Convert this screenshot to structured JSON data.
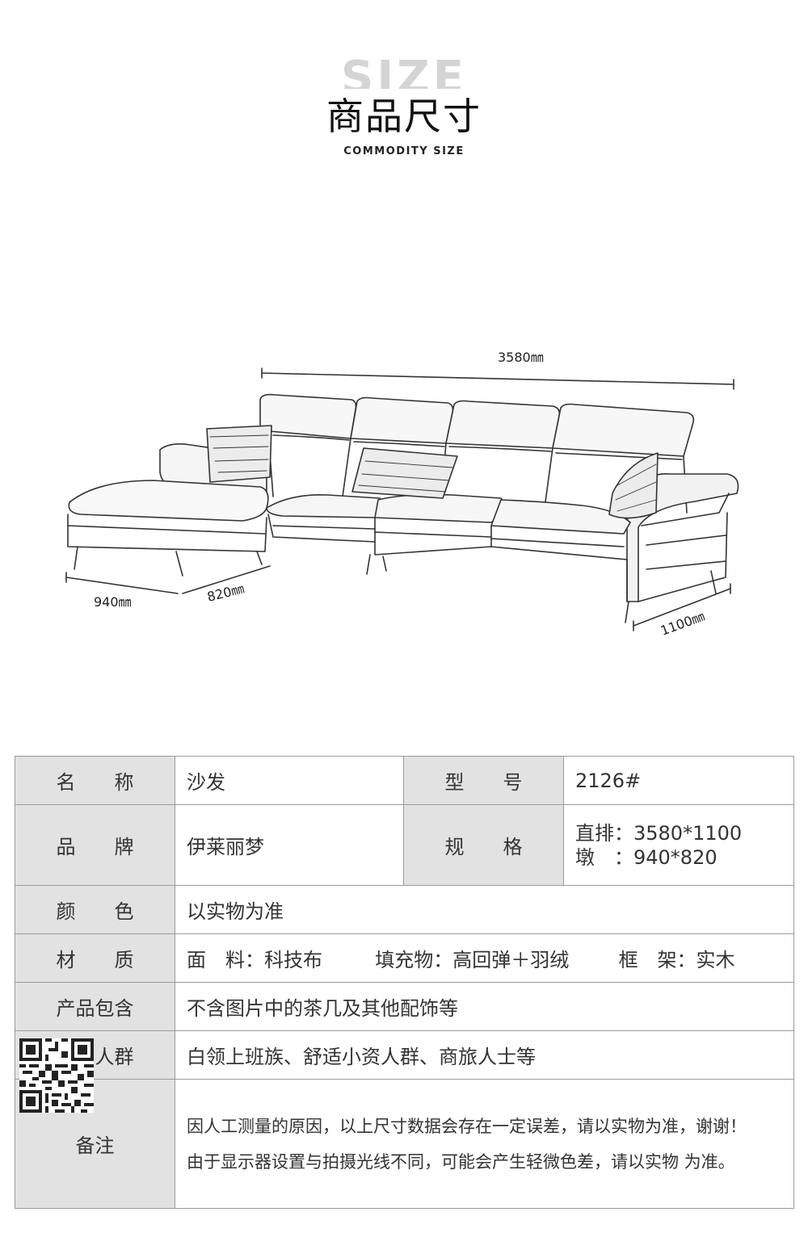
{
  "header": {
    "title_en": "SIZE",
    "title_cn": "商品尺寸",
    "subtitle": "COMMODITY SIZE"
  },
  "drawing": {
    "width_label": "3580㎜",
    "ottoman_length_label": "940㎜",
    "ottoman_width_label": "820㎜",
    "depth_label": "1100㎜"
  },
  "specs": {
    "name_label_a": "名",
    "name_label_b": "称",
    "name_value": "沙发",
    "model_label_a": "型",
    "model_label_b": "号",
    "model_value": "2126#",
    "brand_label_a": "品",
    "brand_label_b": "牌",
    "brand_value": "伊莱丽梦",
    "spec_label_a": "规",
    "spec_label_b": "格",
    "spec_value_1": "直排：3580*1100",
    "spec_value_2": "墩　：940*820",
    "color_label_a": "颜",
    "color_label_b": "色",
    "color_value": "以实物为准",
    "material_label_a": "材",
    "material_label_b": "质",
    "material_fabric": "面　料：科技布",
    "material_filling": "填充物：高回弹＋羽绒",
    "material_frame": "框　架：实木",
    "package_label": "产品包含",
    "package_value": "不含图片中的茶几及其他配饰等",
    "audience_label": "适用人群",
    "audience_value": "白领上班族、舒适小资人群、商旅人士等",
    "remark_label": "备注",
    "remark_line_1": "因人工测量的原因，以上尺寸数据会存在一定误差，请以实物为准，谢谢！",
    "remark_line_2": "由于显示器设置与拍摄光线不同，可能会产生轻微色差，请以实物 为准。"
  }
}
